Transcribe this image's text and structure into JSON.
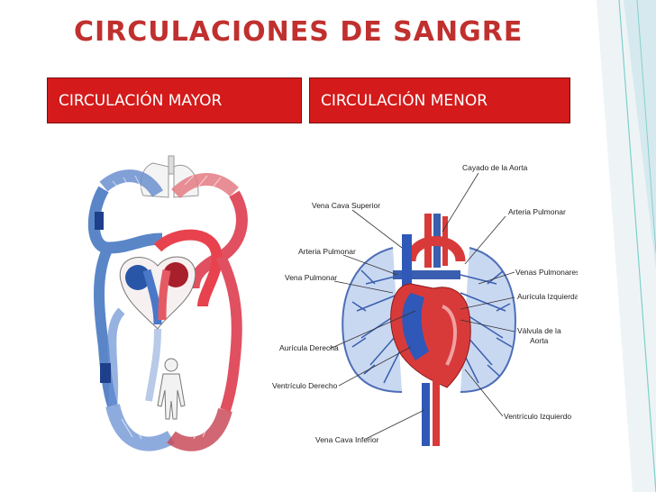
{
  "title": "CIRCULACIONES DE SANGRE",
  "labels": {
    "mayor": "CIRCULACIÓN MAYOR",
    "menor": "CIRCULACIÓN MENOR"
  },
  "heart_diagram": {
    "callouts": [
      "Cayado de la Aorta",
      "Vena Cava Superior",
      "Arteria Pulmonar",
      "Arteria Pulmonar",
      "Vena Pulmonar",
      "Venas Pulmonares",
      "Aurícula Izquierda",
      "Válvula de la",
      "Aorta",
      "Aurícula Derecha",
      "Ventrículo Derecho",
      "Ventrículo Izquierdo",
      "Vena Cava Inferior"
    ]
  },
  "colors": {
    "title": "#c0302e",
    "label_bg": "#d41a1a",
    "label_text": "#ffffff",
    "artery": "#e0303a",
    "vein": "#4a78c8",
    "deco": "#35b8b0"
  }
}
